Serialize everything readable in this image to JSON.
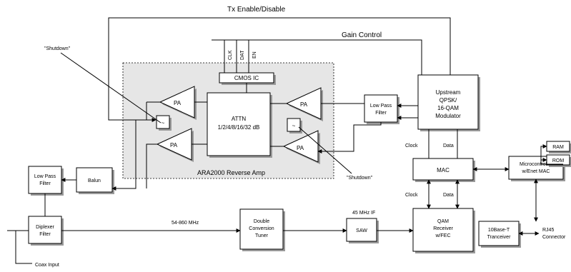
{
  "signals": {
    "tx_enable": "Tx Enable/Disable",
    "gain_control": "Gain Control",
    "clk": "CLK",
    "dat": "DAT",
    "en": "EN",
    "shutdown_top": "\"Shutdown\"",
    "shutdown_bottom": "\"Shutdown\"",
    "clock_upper": "Clock",
    "data_upper": "Data",
    "clock_lower": "Clock",
    "data_lower": "Data",
    "freq_54_860": "54-860 MHz",
    "if_45": "45 MHz IF",
    "rj45": "RJ45",
    "connector": "Connector",
    "coax_input": "Coax Input"
  },
  "blocks": {
    "ara2000": "ARA2000 Reverse Amp",
    "cmos_ic": "CMOS IC",
    "attn_line1": "ATTN",
    "attn_line2": "1/2/4/8/16/32 dB",
    "pa": "PA",
    "tilde": "~",
    "lpf_top_line1": "Low Pass",
    "lpf_top_line2": "Filter",
    "modulator_line1": "Upstream",
    "modulator_line2": "QPSK/",
    "modulator_line3": "16-QAM",
    "modulator_line4": "Modulator",
    "lpf_left_line1": "Low Pass",
    "lpf_left_line2": "Filter",
    "balun": "Balun",
    "mac": "MAC",
    "micro_line1": "Microcontroller",
    "micro_line2": "w/Enet MAC",
    "ram": "RAM",
    "rom": "ROM",
    "diplexer_line1": "Diplexer",
    "diplexer_line2": "Filter",
    "tuner_line1": "Double",
    "tuner_line2": "Conversion",
    "tuner_line3": "Tuner",
    "saw": "SAW",
    "qam_line1": "QAM",
    "qam_line2": "Receiver",
    "qam_line3": "w/FEC",
    "tranceiver_line1": "10Base-T",
    "tranceiver_line2": "Tranceiver"
  }
}
